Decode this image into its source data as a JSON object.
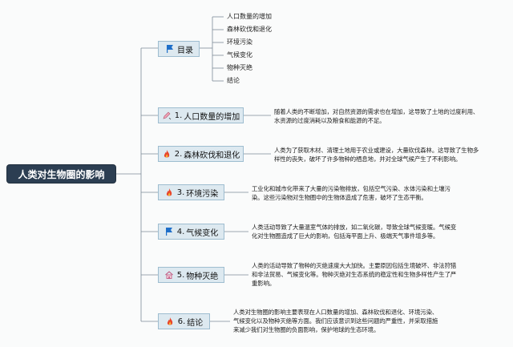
{
  "root": {
    "label": "人类对生物圈的影响"
  },
  "toc": {
    "label": "目录",
    "items": [
      "人口数量的增加",
      "森林砍伐和退化",
      "环境污染",
      "气候变化",
      "物种灭绝",
      "结论"
    ]
  },
  "sections": [
    {
      "number": "1.",
      "label": "人口数量的增加",
      "icon": "pencil-icon",
      "lines": [
        "随着人类的不断增加，对自然资源的需求也在增加，这导致了土地的过度利用、",
        "水资源的过度消耗以及粮食和能源的不足。"
      ]
    },
    {
      "number": "2.",
      "label": "森林砍伐和退化",
      "icon": "fire-icon",
      "lines": [
        "人类为了获取木材、清理土地用于农业或建设，大量砍伐森林。这导致了生物多",
        "样性的丧失，破坏了许多物种的栖息地，并对全球气候产生了不利影响。"
      ]
    },
    {
      "number": "3.",
      "label": "环境污染",
      "icon": "fire-icon",
      "lines": [
        "工业化和城市化带来了大量的污染物排放，包括空气污染、水体污染和土壤污",
        "染。这些污染物对生物圈中的生物体造成了危害，破坏了生态平衡。"
      ]
    },
    {
      "number": "4.",
      "label": "气候变化",
      "icon": "flag-icon",
      "lines": [
        "人类活动导致了大量温室气体的排放，如二氧化碳，导致全球气候变暖。气候变",
        "化对生物圈造成了巨大的影响，包括海平面上升、极端天气事件增多等。"
      ]
    },
    {
      "number": "5.",
      "label": "物种灭绝",
      "icon": "home-icon",
      "lines": [
        "人类的活动导致了物种的灭绝速度大大加快。主要原因包括生境破坏、非法狩猎",
        "和非法贸易、气候变化等。物种灭绝对生态系统的稳定性和生物多样性产生了严",
        "重影响。"
      ]
    },
    {
      "number": "6.",
      "label": "结论",
      "icon": "fire-icon",
      "lines": [
        "人类对生物圈的影响主要表现在人口数量的增加、森林砍伐和退化、环境污染、",
        "气候变化以及物种灭绝等方面。我们应该意识到这些问题的严重性，并采取措施",
        "来减少我们对生物圈的负面影响，保护地球的生态环境。"
      ]
    }
  ]
}
